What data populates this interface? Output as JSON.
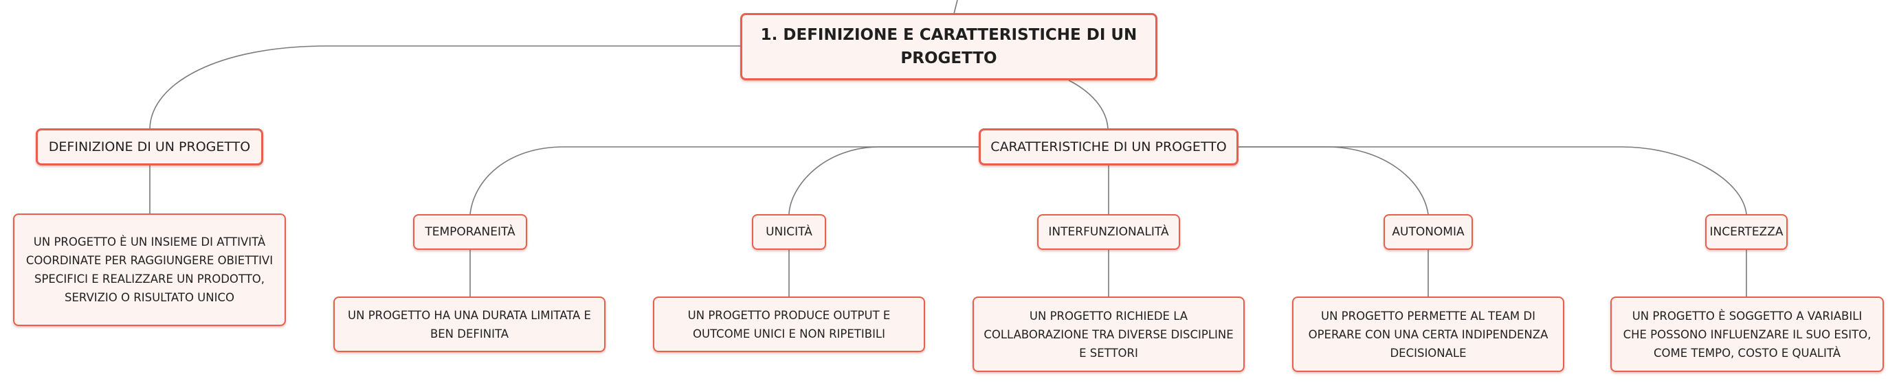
{
  "colors": {
    "node_border": "#e8604d",
    "node_fill": "#fdf4f2",
    "connector": "#7a7a7a",
    "text": "#1f1f1f"
  },
  "root": {
    "title": "1. DEFINIZIONE E CARATTERISTICHE DI UN PROGETTO"
  },
  "definizione": {
    "title": "DEFINIZIONE DI UN PROGETTO",
    "detail": "UN PROGETTO È UN INSIEME DI ATTIVITÀ COORDINATE PER RAGGIUNGERE OBIETTIVI SPECIFICI E REALIZZARE UN PRODOTTO, SERVIZIO O RISULTATO UNICO"
  },
  "caratteristiche": {
    "title": "CARATTERISTICHE DI UN PROGETTO",
    "items": [
      {
        "title": "TEMPORANEITÀ",
        "detail": "UN PROGETTO HA UNA DURATA LIMITATA E BEN DEFINITA"
      },
      {
        "title": "UNICITÀ",
        "detail": "UN PROGETTO PRODUCE OUTPUT E OUTCOME UNICI E NON RIPETIBILI"
      },
      {
        "title": "INTERFUNZIONALITÀ",
        "detail": "UN PROGETTO RICHIEDE LA COLLABORAZIONE TRA DIVERSE DISCIPLINE E SETTORI"
      },
      {
        "title": "AUTONOMIA",
        "detail": "UN PROGETTO PERMETTE AL TEAM DI OPERARE CON UNA CERTA INDIPENDENZA DECISIONALE"
      },
      {
        "title": "INCERTEZZA",
        "detail": "UN PROGETTO È SOGGETTO A VARIABILI CHE POSSONO INFLUENZARE IL SUO ESITO, COME TEMPO, COSTO E QUALITÀ"
      }
    ]
  }
}
